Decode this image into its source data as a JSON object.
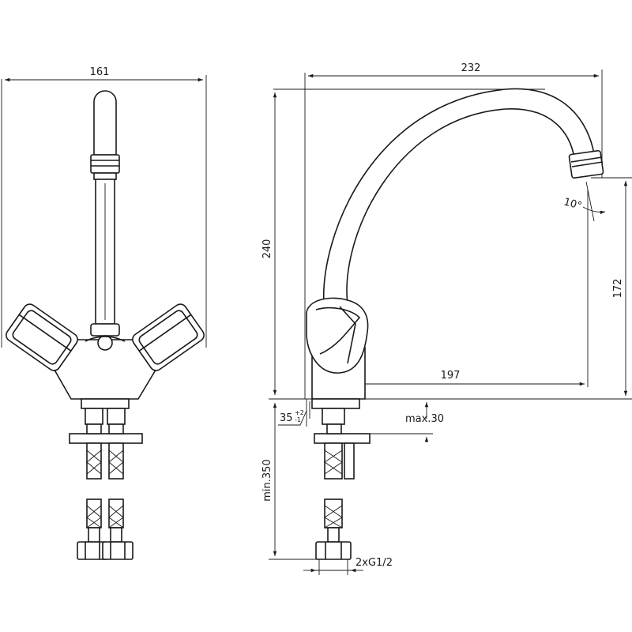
{
  "front_view": {
    "width_dim": "161"
  },
  "side_view": {
    "total_reach_dim": "232",
    "total_height_dim": "240",
    "spout_height_dim": "172",
    "spout_reach_dim": "197",
    "angle_dim": "10°",
    "deck_dim": "35",
    "deck_tol_plus": "+2",
    "deck_tol_minus": "-1",
    "max_thickness_dim": "max.30",
    "hose_length_dim": "min.350",
    "connection_dim": "2xG1/2"
  }
}
